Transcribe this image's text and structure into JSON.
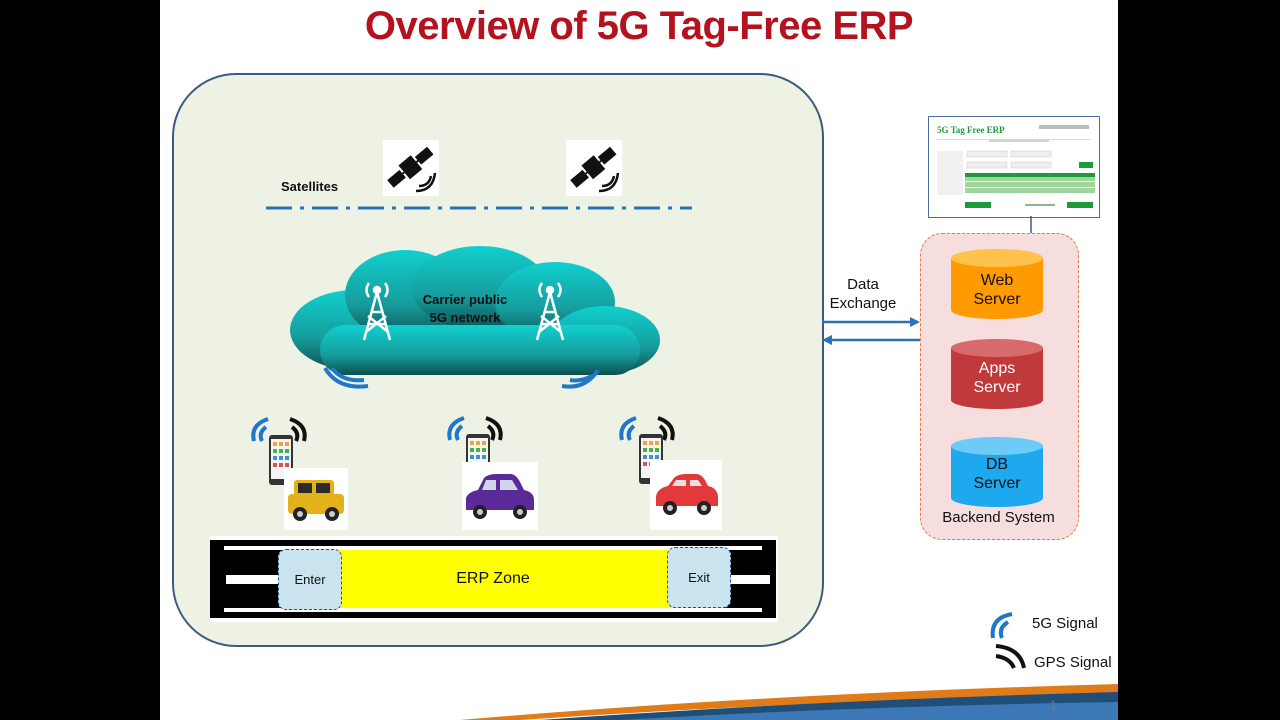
{
  "title": "Overview of 5G Tag-Free ERP",
  "satellites_label": "Satellites",
  "network_label_line1": "Carrier public",
  "network_label_line2": "5G network",
  "data_exchange_line1": "Data",
  "data_exchange_line2": "Exchange",
  "erp_zone": {
    "enter": "Enter",
    "zone": "ERP Zone",
    "exit": "Exit"
  },
  "backend": {
    "label": "Backend System",
    "servers": [
      {
        "line1": "Web",
        "line2": "Server",
        "color": "#ff9a00"
      },
      {
        "line1": "Apps",
        "line2": "Server",
        "color": "#c0393b"
      },
      {
        "line1": "DB",
        "line2": "Server",
        "color": "#1ea8ee"
      }
    ]
  },
  "screenshot_title": "5G Tag Free ERP",
  "legend": {
    "signal_5g": "5G Signal",
    "signal_gps": "GPS Signal"
  },
  "page_number": "1",
  "colors": {
    "title": "#b3121e",
    "signal_5g": "#1f77c8",
    "signal_gps": "#111111",
    "erp_zone": "#ffff00",
    "gate": "#c9e4ef",
    "cloud": "#1aa7a7",
    "arrow": "#2a73b9",
    "cars": [
      "#e3b21a",
      "#5a2a98",
      "#e23a3a"
    ]
  },
  "icons": [
    "satellite-icon",
    "cell-tower-icon",
    "smartphone-icon",
    "car-icon",
    "database-cylinder-icon",
    "signal-5g-icon",
    "signal-gps-icon"
  ]
}
